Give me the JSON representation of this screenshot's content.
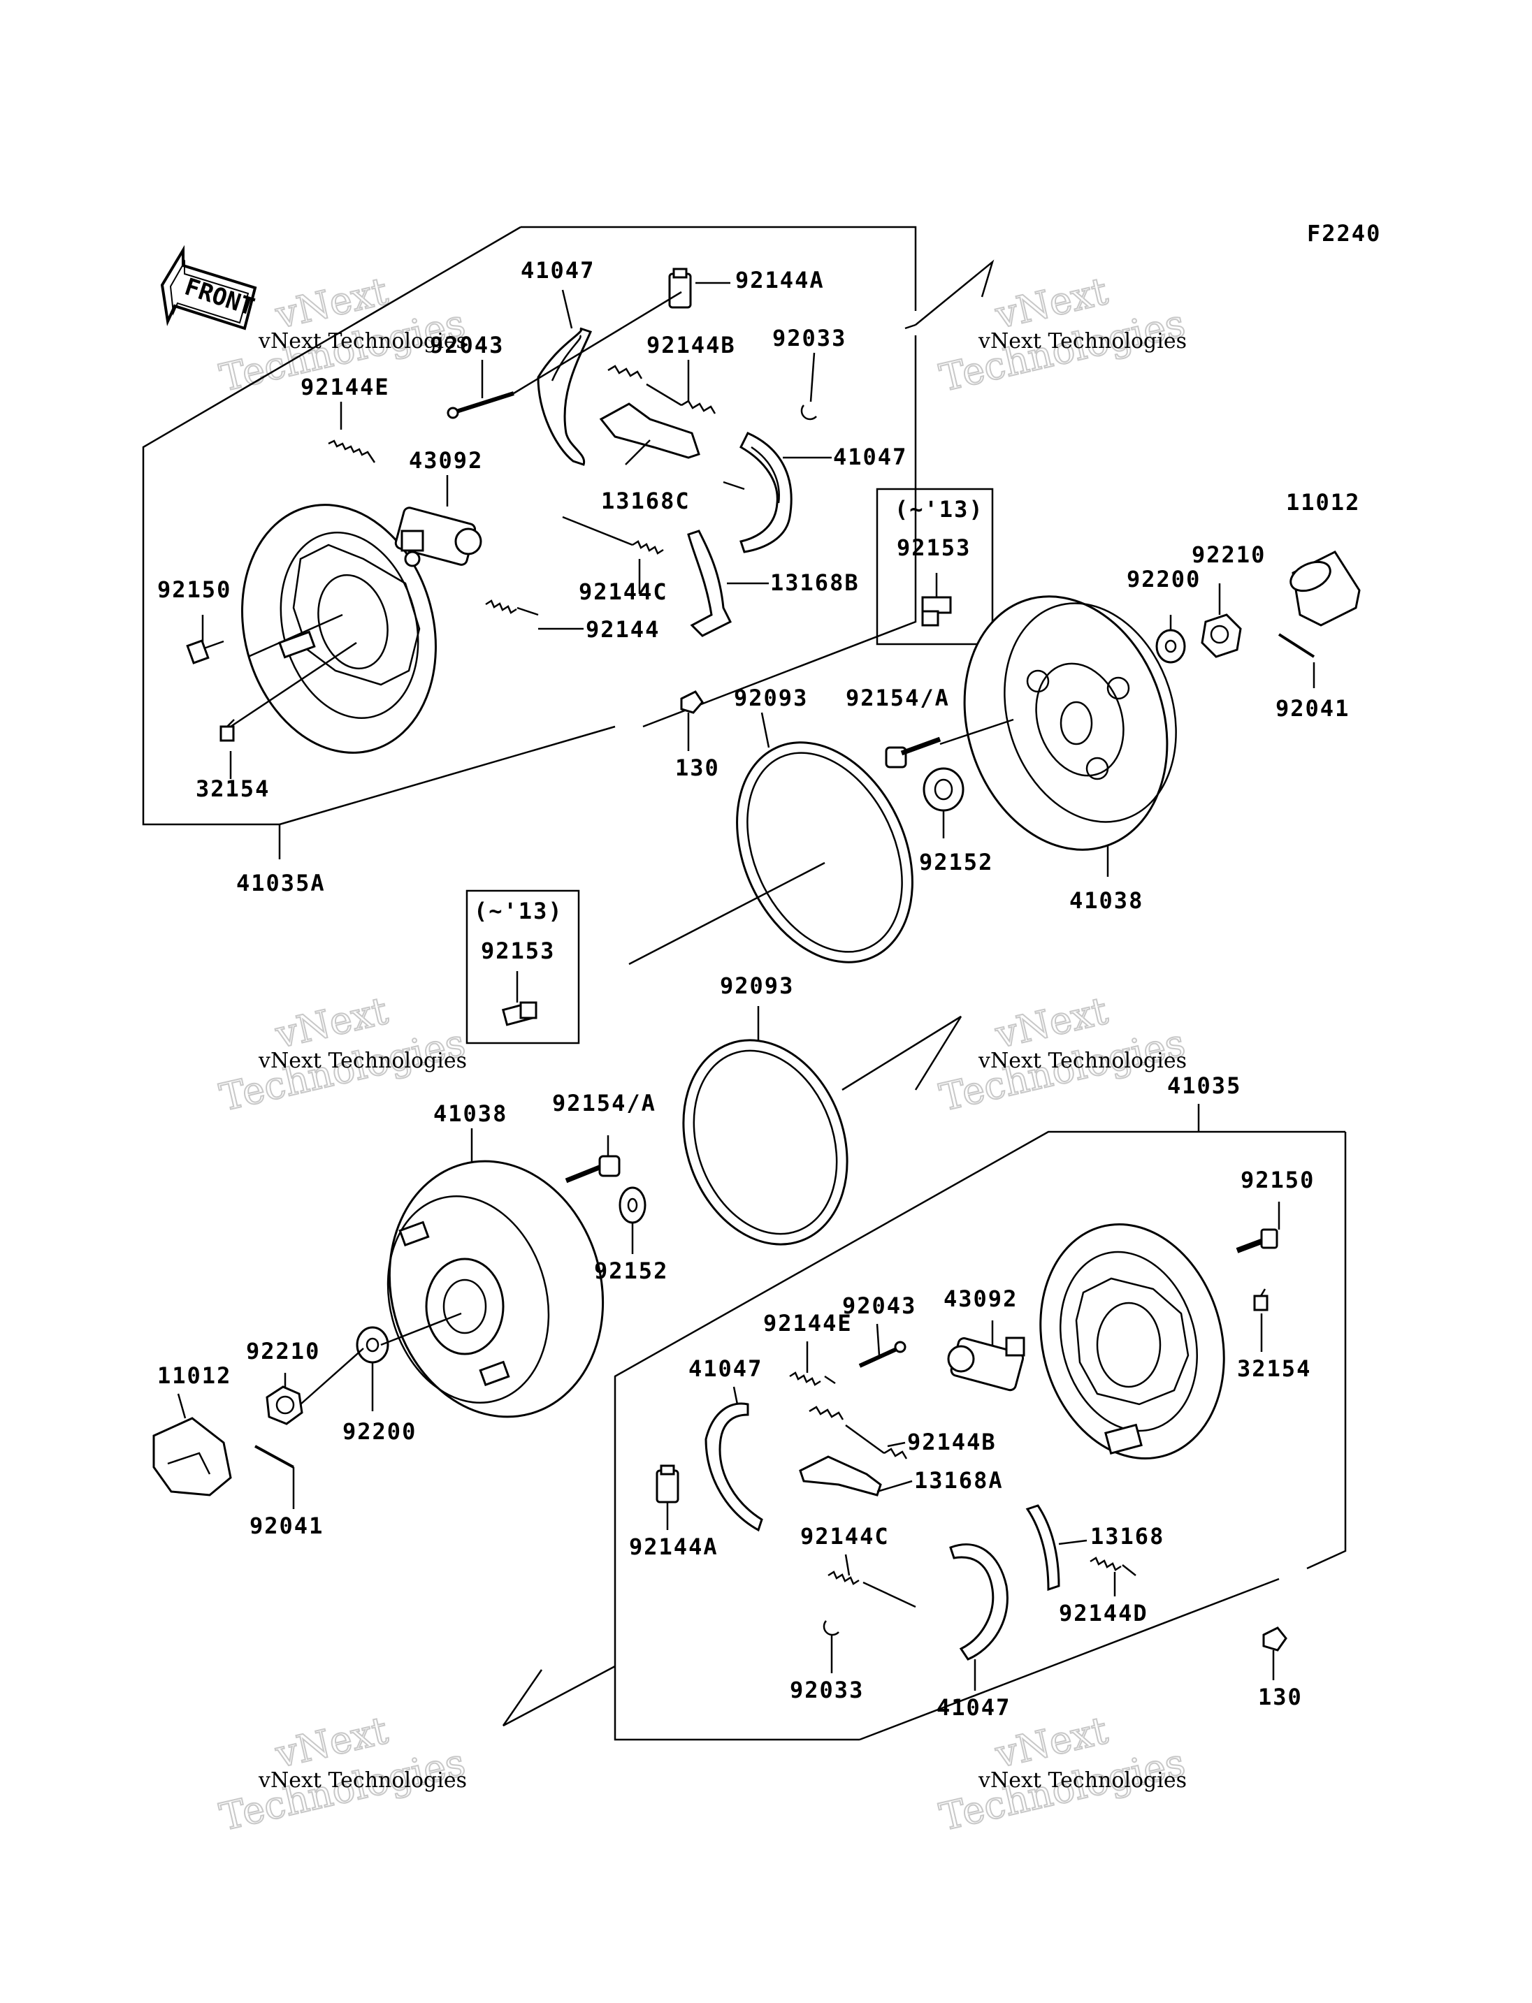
{
  "diagram_code": "F2240",
  "front_label": "FRONT",
  "watermark": {
    "line1": "vNext Technologies",
    "line2": "vNext",
    "line3": "Technologies"
  },
  "callouts": {
    "c41047_a": "41047",
    "c92144A_a": "92144A",
    "c92043_a": "92043",
    "c92144E_a": "92144E",
    "c92144B_a": "92144B",
    "c92033_a": "92033",
    "c43092_a": "43092",
    "c13168C": "13168C",
    "c41047_b": "41047",
    "c92150_a": "92150",
    "c92144C_a": "92144C",
    "c13168B": "13168B",
    "c92144_a": "92144",
    "c32154_a": "32154",
    "c41035A": "41035A",
    "c130_a": "130",
    "c92093_a": "92093",
    "c92153_a_note": "(~'13)",
    "c92153_a": "92153",
    "c92154A_a": "92154/A",
    "c92152_a": "92152",
    "c41038_a": "41038",
    "c11012_a": "11012",
    "c92210_a": "92210",
    "c92200_a": "92200",
    "c92041_a": "92041",
    "c92153_b_note": "(~'13)",
    "c92153_b": "92153",
    "c92093_b": "92093",
    "c41035": "41035",
    "c41038_b": "41038",
    "c92154A_b": "92154/A",
    "c92152_b": "92152",
    "c92150_b": "92150",
    "c92043_b": "92043",
    "c43092_b": "43092",
    "c92144E_b": "92144E",
    "c41047_c": "41047",
    "c32154_b": "32154",
    "c92144B_b": "92144B",
    "c13168A": "13168A",
    "c92210_b": "92210",
    "c11012_b": "11012",
    "c92200_b": "92200",
    "c92041_b": "92041",
    "c92144A_b": "92144A",
    "c92144C_b": "92144C",
    "c13168": "13168",
    "c92144D": "92144D",
    "c92033_b": "92033",
    "c41047_d": "41047",
    "c130_b": "130"
  }
}
